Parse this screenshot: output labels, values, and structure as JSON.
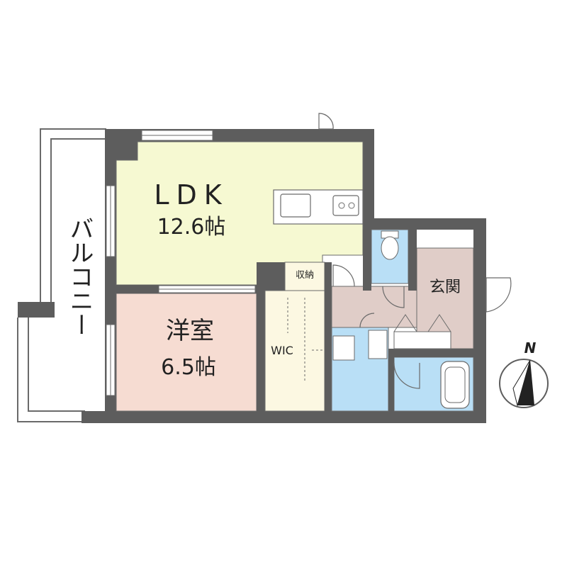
{
  "rooms": {
    "ldk": {
      "name": "LDK",
      "size": "12.6帖"
    },
    "western": {
      "name": "洋室",
      "size": "6.5帖"
    },
    "wic": {
      "name": "WIC"
    },
    "storage": {
      "name": "収納"
    },
    "entrance": {
      "name": "玄関"
    },
    "balcony": {
      "name": "バルコニー"
    }
  },
  "compass": {
    "label": "N"
  },
  "colors": {
    "wall": "#5d5d5d",
    "ldk": "#f6f9d2",
    "western": "#f6dcd2",
    "wic": "#fcf8e2",
    "water": "#b9dff6",
    "hall": "#e0cdc8",
    "line": "#6a6a6a"
  }
}
